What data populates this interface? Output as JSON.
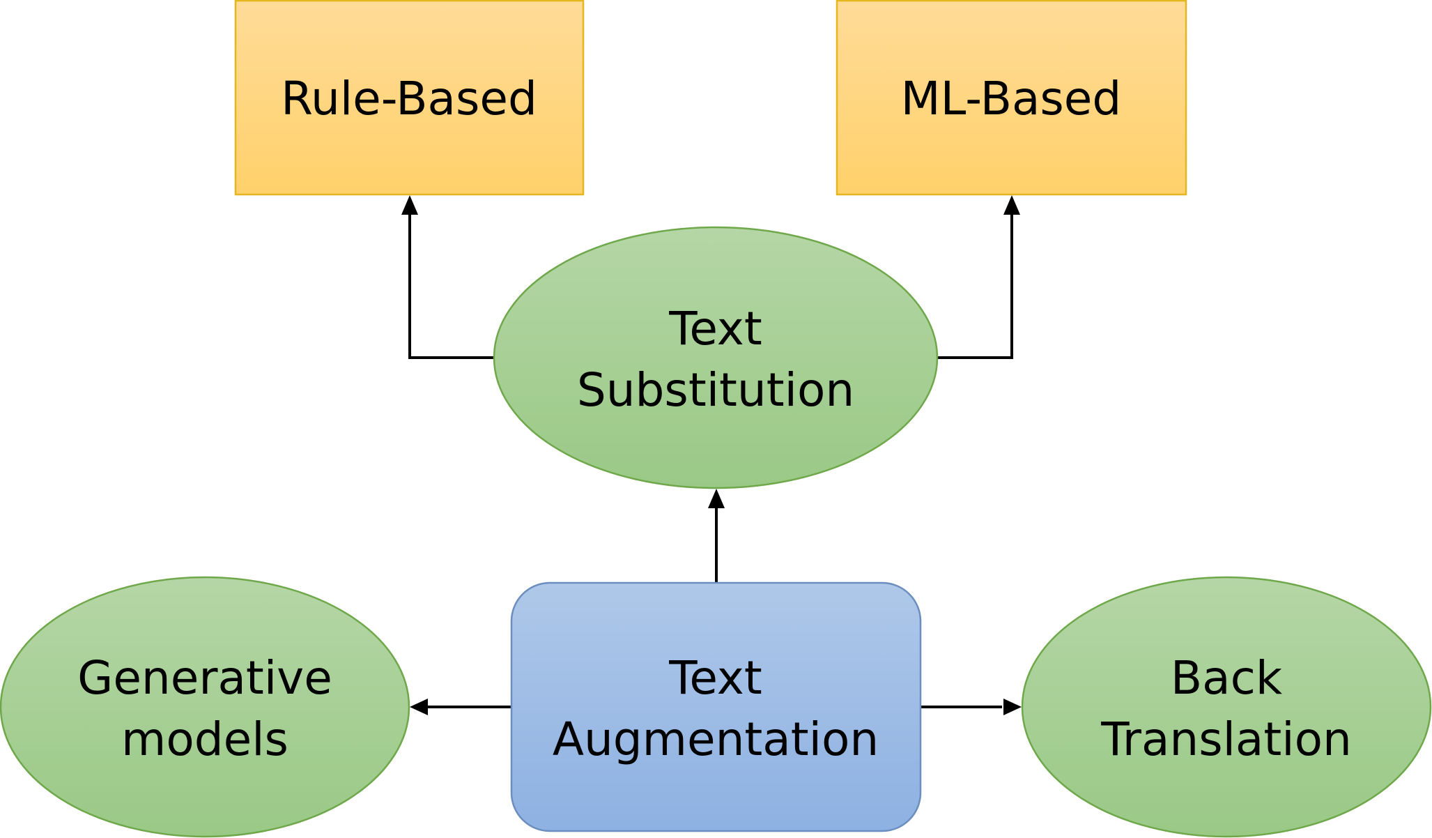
{
  "nodes": {
    "rule_based": {
      "label": "Rule-Based"
    },
    "ml_based": {
      "label": "ML-Based"
    },
    "text_substitution": {
      "line1": "Text",
      "line2": "Substitution"
    },
    "generative_models": {
      "line1": "Generative",
      "line2": "models"
    },
    "text_augmentation": {
      "line1": "Text",
      "line2": "Augmentation"
    },
    "back_translation": {
      "line1": "Back",
      "line2": "Translation"
    }
  },
  "colors": {
    "orange_top": "#FFDB98",
    "orange_bottom": "#FFD16B",
    "orange_stroke": "#E6B61E",
    "green_top": "#B5D6A6",
    "green_bottom": "#9AC986",
    "green_stroke": "#6FA84A",
    "blue_top": "#AFC8E9",
    "blue_bottom": "#8DB1E2",
    "blue_stroke": "#6C8EBF",
    "edge": "#000000"
  }
}
